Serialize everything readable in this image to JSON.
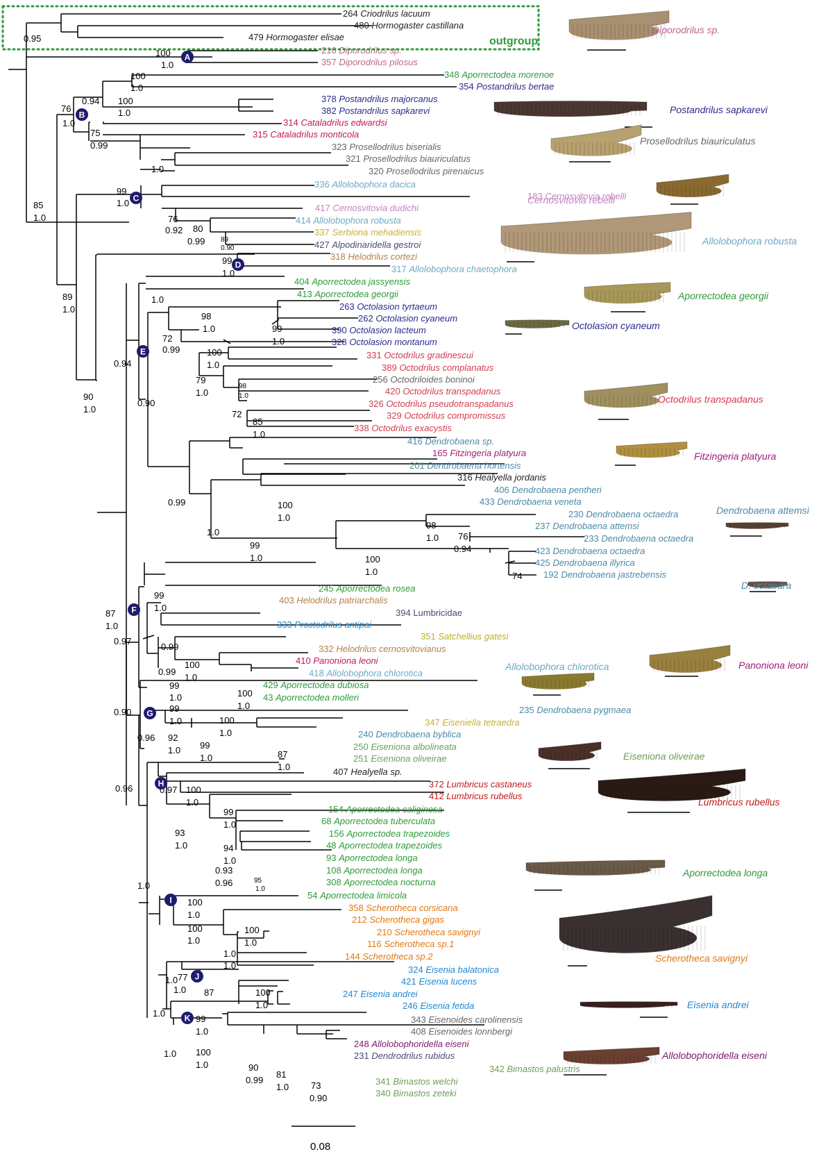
{
  "colors": {
    "black": "#222222",
    "pink": "#c0648e",
    "green": "#2e9a3a",
    "navy": "#2a2a8c",
    "magenta": "#c2185b",
    "grey": "#666666",
    "lightblue": "#6ea8c6",
    "lilac": "#c084c0",
    "mustard": "#c8b030",
    "tan": "#b4804a",
    "red": "#d23c50",
    "blue": "#1e88d2",
    "purple": "#a01c78",
    "orange": "#e07814",
    "sage": "#6c9e5a",
    "darkpurple": "#7a1a6a",
    "slate": "#4a4a78",
    "yellowgreen": "#b4b428",
    "crimson": "#c01818",
    "steel": "#4a8aa8",
    "clade": "#1f1b6e"
  },
  "outgroup_label": "outgroup",
  "scale_label": "0.08",
  "tips": [
    {
      "id": "criodrilus",
      "num": "264",
      "name": "Criodrilus lacuum",
      "color": "black"
    },
    {
      "id": "hormogaster-c",
      "num": "480",
      "name": "Hormogaster castillana",
      "color": "black"
    },
    {
      "id": "hormogaster-e",
      "num": "479",
      "name": "Hormogaster elisae",
      "color": "black"
    },
    {
      "id": "diporo-sp",
      "num": "216",
      "name": "Diporodrilus sp.",
      "color": "pink"
    },
    {
      "id": "diporo-p",
      "num": "357",
      "name": "Diporodrilus pilosus",
      "color": "pink"
    },
    {
      "id": "apo-morenoe",
      "num": "348",
      "name": "Aporrectodea morenoe",
      "color": "green"
    },
    {
      "id": "post-bertae",
      "num": "354",
      "name": "Postandrilus bertae",
      "color": "navy"
    },
    {
      "id": "post-major",
      "num": "378",
      "name": "Postandrilus majorcanus",
      "color": "navy"
    },
    {
      "id": "post-sapk",
      "num": "382",
      "name": "Postandrilus sapkarevi",
      "color": "navy"
    },
    {
      "id": "cata-edw",
      "num": "314",
      "name": "Cataladrilus edwardsi",
      "color": "magenta"
    },
    {
      "id": "cata-mont",
      "num": "315",
      "name": "Cataladrilus monticola",
      "color": "magenta"
    },
    {
      "id": "pros-bis",
      "num": "323",
      "name": "Prosellodrilus biserialis",
      "color": "grey"
    },
    {
      "id": "pros-biaur",
      "num": "321",
      "name": "Prosellodrilus biauriculatus",
      "color": "grey"
    },
    {
      "id": "pros-pir",
      "num": "320",
      "name": "Prosellodrilus pirenaicus",
      "color": "grey"
    },
    {
      "id": "allo-dacica",
      "num": "336",
      "name": "Allolobophora dacica",
      "color": "lightblue"
    },
    {
      "id": "cern-reb",
      "num": "183",
      "name": "Cernosvitovia rebelli",
      "color": "lilac"
    },
    {
      "id": "cern-dud",
      "num": "417",
      "name": "Cernosvitovia dudichi",
      "color": "lilac"
    },
    {
      "id": "allo-rob",
      "num": "414",
      "name": "Allolobophora robusta",
      "color": "lightblue"
    },
    {
      "id": "serb-meh",
      "num": "337",
      "name": "Serbiona mehadiensis",
      "color": "mustard"
    },
    {
      "id": "alpo-ges",
      "num": "427",
      "name": "Alpodinaridella gestroi",
      "color": "slate"
    },
    {
      "id": "helo-cort",
      "num": "318",
      "name": "Helodrilus cortezi",
      "color": "tan"
    },
    {
      "id": "allo-chae",
      "num": "317",
      "name": "Allolobophora chaetophora",
      "color": "lightblue"
    },
    {
      "id": "apo-jass",
      "num": "404",
      "name": "Aporrectodea jassyensis",
      "color": "green"
    },
    {
      "id": "apo-geor",
      "num": "413",
      "name": "Aporrectodea georgii",
      "color": "green"
    },
    {
      "id": "octo-tyr",
      "num": "263",
      "name": "Octolasion tyrtaeum",
      "color": "navy"
    },
    {
      "id": "octo-cya",
      "num": "262",
      "name": "Octolasion cyaneum",
      "color": "navy"
    },
    {
      "id": "octo-lac",
      "num": "390",
      "name": "Octolasion lacteum",
      "color": "navy"
    },
    {
      "id": "octo-mon",
      "num": "328",
      "name": "Octolasion montanum",
      "color": "navy"
    },
    {
      "id": "octd-grad",
      "num": "331",
      "name": "Octodrilus gradinescui",
      "color": "red"
    },
    {
      "id": "octd-comp",
      "num": "389",
      "name": "Octodrilus complanatus",
      "color": "red"
    },
    {
      "id": "octl-bon",
      "num": "256",
      "name": "Octodriloides boninoi",
      "color": "grey"
    },
    {
      "id": "octd-trans",
      "num": "420",
      "name": "Octodrilus transpadanus",
      "color": "red"
    },
    {
      "id": "octd-pseudo",
      "num": "326",
      "name": "Octodrilus pseudotranspadanus",
      "color": "red"
    },
    {
      "id": "octd-compro",
      "num": "329",
      "name": "Octodrilus compromissus",
      "color": "red"
    },
    {
      "id": "octd-exa",
      "num": "338",
      "name": "Octodrilus exacystis",
      "color": "red"
    },
    {
      "id": "dend-sp",
      "num": "416",
      "name": "Dendrobaena sp.",
      "color": "steel"
    },
    {
      "id": "fitz-plat",
      "num": "165",
      "name": "Fitzingeria platyura",
      "color": "purple"
    },
    {
      "id": "dend-hort",
      "num": "201",
      "name": "Dendrobaena hortensis",
      "color": "steel"
    },
    {
      "id": "heal-jord",
      "num": "316",
      "name": "Healyella jordanis",
      "color": "black"
    },
    {
      "id": "dend-pent",
      "num": "406",
      "name": "Dendrobaena pentheri",
      "color": "steel"
    },
    {
      "id": "dend-ven",
      "num": "433",
      "name": "Dendrobaena veneta",
      "color": "steel"
    },
    {
      "id": "dend-oct1",
      "num": "230",
      "name": "Dendrobaena octaedra",
      "color": "steel"
    },
    {
      "id": "dend-att",
      "num": "237",
      "name": "Dendrobaena attemsi",
      "color": "steel"
    },
    {
      "id": "dend-oct2",
      "num": "233",
      "name": "Dendrobaena octaedra",
      "color": "steel"
    },
    {
      "id": "dend-oct3",
      "num": "423",
      "name": "Dendrobaena octaedra",
      "color": "steel"
    },
    {
      "id": "dend-ill",
      "num": "425",
      "name": "Dendrobaena illyrica",
      "color": "steel"
    },
    {
      "id": "dend-jas",
      "num": "192",
      "name": "Dendrobaena jastrebensis",
      "color": "steel"
    },
    {
      "id": "apo-rosea",
      "num": "245",
      "name": "Aporrectodea rosea",
      "color": "green"
    },
    {
      "id": "helo-patr",
      "num": "403",
      "name": "Helodrilus patriarchalis",
      "color": "tan"
    },
    {
      "id": "lumbricidae",
      "num": "394",
      "name": "Lumbricidae",
      "color": "slate",
      "upright": true
    },
    {
      "id": "proc-ant",
      "num": "333",
      "name": "Proctodrilus antipai",
      "color": "blue"
    },
    {
      "id": "satc-gat",
      "num": "351",
      "name": "Satchellius gatesi",
      "color": "yellowgreen"
    },
    {
      "id": "helo-cern",
      "num": "332",
      "name": "Helodrilus cernosvitovianus",
      "color": "tan"
    },
    {
      "id": "pano-leo",
      "num": "410",
      "name": "Panoniona leoni",
      "color": "magenta"
    },
    {
      "id": "allo-chlo",
      "num": "418",
      "name": "Allolobophora chlorotica",
      "color": "lightblue"
    },
    {
      "id": "apo-dub",
      "num": "429",
      "name": "Aporrectodea dubiosa",
      "color": "green"
    },
    {
      "id": "apo-mol",
      "num": "43",
      "name": "Aporrectodea molleri",
      "color": "green"
    },
    {
      "id": "dend-pyg",
      "num": "235",
      "name": "Dendrobaena pygmaea",
      "color": "steel"
    },
    {
      "id": "eisl-tet",
      "num": "347",
      "name": "Eiseniella tetraedra",
      "color": "mustard"
    },
    {
      "id": "dend-byb",
      "num": "240",
      "name": "Dendrobaena byblica",
      "color": "steel"
    },
    {
      "id": "eisn-alb",
      "num": "250",
      "name": "Eiseniona albolineata",
      "color": "sage"
    },
    {
      "id": "eisn-oli",
      "num": "251",
      "name": "Eiseniona oliveirae",
      "color": "sage"
    },
    {
      "id": "heal-sp",
      "num": "407",
      "name": "Healyella sp.",
      "color": "black"
    },
    {
      "id": "lumb-cas",
      "num": "372",
      "name": "Lumbricus castaneus",
      "color": "crimson"
    },
    {
      "id": "lumb-rub",
      "num": "412",
      "name": "Lumbricus rubellus",
      "color": "crimson"
    },
    {
      "id": "apo-cal",
      "num": "154",
      "name": "Aporrectodea caliginosa",
      "color": "green"
    },
    {
      "id": "apo-tub",
      "num": "68",
      "name": "Aporrectodea tuberculata",
      "color": "green"
    },
    {
      "id": "apo-trap1",
      "num": "156",
      "name": "Aporrectodea trapezoides",
      "color": "green"
    },
    {
      "id": "apo-trap2",
      "num": "48",
      "name": "Aporrectodea trapezoides",
      "color": "green"
    },
    {
      "id": "apo-lon1",
      "num": "93",
      "name": "Aporrectodea longa",
      "color": "green"
    },
    {
      "id": "apo-lon2",
      "num": "108",
      "name": "Aporrectodea longa",
      "color": "green"
    },
    {
      "id": "apo-noc",
      "num": "308",
      "name": "Aporrectodea nocturna",
      "color": "green"
    },
    {
      "id": "apo-lim",
      "num": "54",
      "name": "Aporrectodea limicola",
      "color": "green"
    },
    {
      "id": "sche-cor",
      "num": "358",
      "name": "Scherotheca corsicana",
      "color": "orange"
    },
    {
      "id": "sche-gig",
      "num": "212",
      "name": "Scherotheca gigas",
      "color": "orange"
    },
    {
      "id": "sche-sav",
      "num": "210",
      "name": "Scherotheca savignyi",
      "color": "orange"
    },
    {
      "id": "sche-sp1",
      "num": "116",
      "name": "Scherotheca sp.1",
      "color": "orange"
    },
    {
      "id": "sche-sp2",
      "num": "144",
      "name": "Scherotheca sp.2",
      "color": "orange"
    },
    {
      "id": "eise-bal",
      "num": "324",
      "name": "Eisenia balatonica",
      "color": "blue"
    },
    {
      "id": "eise-luc",
      "num": "421",
      "name": "Eisenia lucens",
      "color": "blue"
    },
    {
      "id": "eise-and",
      "num": "247",
      "name": "Eisenia andrei",
      "color": "blue"
    },
    {
      "id": "eise-fet",
      "num": "246",
      "name": "Eisenia fetida",
      "color": "blue"
    },
    {
      "id": "eisd-car",
      "num": "343",
      "name": "Eisenoides carolinensis",
      "color": "grey"
    },
    {
      "id": "eisd-lon",
      "num": "408",
      "name": "Eisenoides lonnbergi",
      "color": "grey"
    },
    {
      "id": "allh-eis",
      "num": "248",
      "name": "Allolobophoridella eiseni",
      "color": "darkpurple"
    },
    {
      "id": "dendr-rub",
      "num": "231",
      "name": "Dendrodrilus rubidus",
      "color": "slate"
    },
    {
      "id": "bima-pal",
      "num": "342",
      "name": "Bimastos palustris",
      "color": "sage"
    },
    {
      "id": "bima-wel",
      "num": "341",
      "name": "Bimastos welchi",
      "color": "sage"
    },
    {
      "id": "bima-zet",
      "num": "340",
      "name": "Bimastos zeteki",
      "color": "sage"
    }
  ],
  "support_labels": [
    "0.95",
    "100",
    "1.0",
    "100",
    "1.0",
    "0.94",
    "100",
    "1.0",
    "76",
    "1.0",
    "75",
    "0.99",
    "1.0",
    "85",
    "1.0",
    "99",
    "1.0",
    "76",
    "0.92",
    "80",
    "0.99",
    "89",
    "0.90",
    "99",
    "1.0",
    "89",
    "1.0",
    "1.0",
    "98",
    "1.0",
    "72",
    "0.99",
    "99",
    "1.0",
    "0.94",
    "100",
    "1.0",
    "79",
    "1.0",
    "98",
    "1.0",
    "72",
    "85",
    "1.0",
    "0.90",
    "90",
    "1.0",
    "0.99",
    "100",
    "1.0",
    "1.0",
    "98",
    "1.0",
    "76",
    "0.94",
    "99",
    "1.0",
    "100",
    "1.0",
    "74",
    "87",
    "1.0",
    "99",
    "1.0",
    "0.97",
    "0.99",
    "0.99",
    "100",
    "1.0",
    "99",
    "1.0",
    "100",
    "1.0",
    "0.90",
    "99",
    "1.0",
    "0.96",
    "100",
    "1.0",
    "92",
    "1.0",
    "99",
    "1.0",
    "87",
    "1.0",
    "0.96",
    "0.97",
    "100",
    "1.0",
    "99",
    "1.0",
    "93",
    "1.0",
    "94",
    "1.0",
    "0.93",
    "0.96",
    "95",
    "1.0",
    "1.0",
    "100",
    "1.0",
    "100",
    "1.0",
    "100",
    "1.0",
    "1.0",
    "1.0",
    "1.0",
    "77",
    "1.0",
    "87",
    "100",
    "1.0",
    "1.0",
    "99",
    "1.0",
    "1.0",
    "100",
    "1.0",
    "90",
    "0.99",
    "81",
    "1.0",
    "73",
    "0.90"
  ],
  "clades": [
    "A",
    "B",
    "C",
    "D",
    "E",
    "F",
    "G",
    "H",
    "I",
    "J",
    "K"
  ],
  "photos": [
    {
      "id": "diporodrilus",
      "caption": "Diporodrilus sp.",
      "color": "pink",
      "body": "#a89070"
    },
    {
      "id": "postandrilus",
      "caption": "Postandrilus sapkarevi",
      "color": "navy",
      "body": "#4a3830"
    },
    {
      "id": "prosellodrilus",
      "caption": "Prosellodrilus biauriculatus",
      "color": "grey",
      "body": "#b8a070"
    },
    {
      "id": "cernosvitovia",
      "caption": "Cernosvitovia rebelli",
      "color": "lilac",
      "body": "#8a6a30"
    },
    {
      "id": "allolobophora-robusta",
      "caption": "Allolobophora robusta",
      "color": "lightblue",
      "body": "#b09878"
    },
    {
      "id": "aporrectodea-georgii",
      "caption": "Aporrectodea georgii",
      "color": "green",
      "body": "#a89858"
    },
    {
      "id": "octolasion",
      "caption": "Octolasion cyaneum",
      "color": "navy",
      "body": "#6a6a40"
    },
    {
      "id": "octodrilus",
      "caption": "Octodrilus transpadanus",
      "color": "red",
      "body": "#a09060"
    },
    {
      "id": "fitzingeria",
      "caption": "Fitzingeria platyura",
      "color": "purple",
      "body": "#b09040"
    },
    {
      "id": "dendrobaena-attemsi",
      "caption": "Dendrobaena attemsi",
      "color": "steel",
      "body": "#5a4030"
    },
    {
      "id": "d-octaedra",
      "caption": "D. octaedra",
      "color": "steel",
      "body": "#6a5040"
    },
    {
      "id": "allolobophora-chlorotica",
      "caption": "Allolobophora chlorotica",
      "color": "lightblue",
      "body": "#8a7a30"
    },
    {
      "id": "panoniona",
      "caption": "Panoniona leoni",
      "color": "purple",
      "body": "#9a8040"
    },
    {
      "id": "eiseniona",
      "caption": "Eiseniona oliveirae",
      "color": "sage",
      "body": "#4a3028"
    },
    {
      "id": "lumbricus",
      "caption": "Lumbricus rubellus",
      "color": "crimson",
      "body": "#2a1a14"
    },
    {
      "id": "aporrectodea-longa",
      "caption": "Aporrectodea longa",
      "color": "green",
      "body": "#6a5a48"
    },
    {
      "id": "scherotheca",
      "caption": "Scherotheca savignyi",
      "color": "orange",
      "body": "#3a3030"
    },
    {
      "id": "eisenia",
      "caption": "Eisenia andrei",
      "color": "blue",
      "body": "#3a2020"
    },
    {
      "id": "allolobophoridella",
      "caption": "Allolobophoridella eiseni",
      "color": "darkpurple",
      "body": "#6a4030"
    }
  ]
}
